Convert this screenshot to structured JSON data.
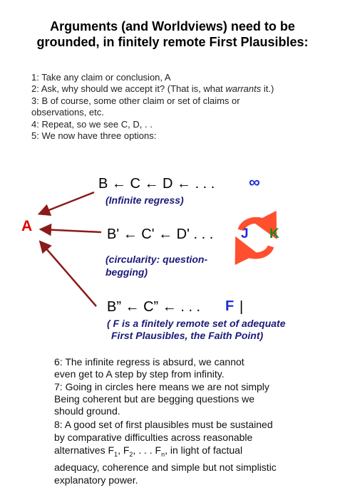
{
  "title": {
    "line1": "Arguments (and Worldviews) need to be",
    "line2": "grounded, in finitely remote First Plausibles:"
  },
  "steps": [
    "1: Take any claim or conclusion, A",
    "2: Ask, why should we accept it? (That is, what ",
    "3: B of course, some other claim or set of claims or",
    "observations, etc.",
    "4: Repeat, so we see C, D, . .",
    "5: We now have three options:"
  ],
  "step2_italic": "warrants",
  "step2_tail": " it.)",
  "diagram": {
    "a_label": "A",
    "chain1": "B ← C ← D ← . . .",
    "infinity": "∞",
    "note1": "(Infinite regress)",
    "chain2": "B' ← C' ← D' . . .",
    "j": "J",
    "k": "K",
    "note2_line1": "(circularity: question-",
    "note2_line2": "begging)",
    "chain3": "B” ← C” ← . . .",
    "f": "F",
    "bar": "|",
    "note3_line1": "( F is a finitely remote set of adequate",
    "note3_line2": "First Plausibles, the Faith Point)",
    "colors": {
      "arrow": "#8b1a1a",
      "a": "#e00000",
      "blue": "#1f2fd6",
      "green": "#1a8a1a",
      "cycle": "#ff4f2f"
    }
  },
  "bottom": {
    "p6_line1": "6: The infinite regress is absurd, we cannot",
    "p6_line2": "even get to A step by step from infinity.",
    "p7_line1": "7: Going in circles here means we are not simply",
    "p7_line2": "Being coherent but are begging questions we",
    "p7_line3": "should ground.",
    "p8_line1": "8: A good set of first plausibles must be sustained",
    "p8_line2": "by comparative difficulties across reasonable",
    "p8_line3_a": "alternatives F",
    "sub1": "1",
    "p8_line3_b": ", F",
    "sub2": "2",
    "p8_line3_c": ", . . . F",
    "subn": "n",
    "p8_line3_d": ", in light of factual",
    "p8_line4": "adequacy, coherence and simple but not simplistic",
    "p8_line5": "explanatory power."
  }
}
